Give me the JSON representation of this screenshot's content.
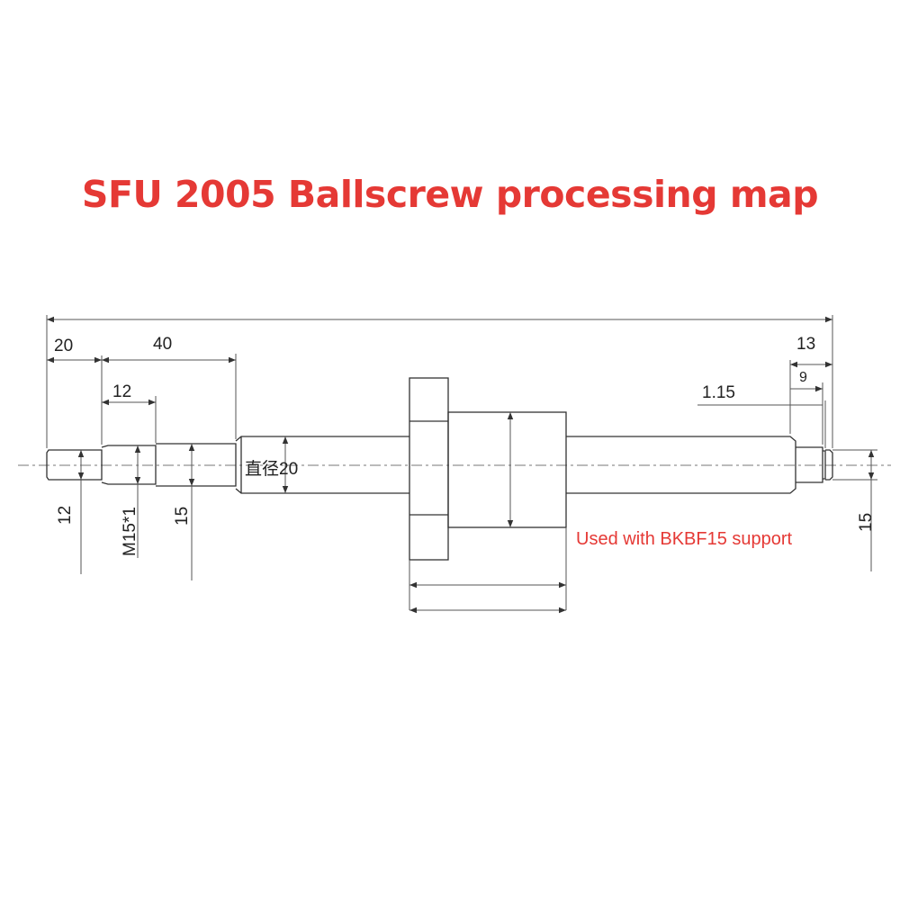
{
  "title": "SFU 2005 Ballscrew processing map",
  "title_color": "#e53935",
  "note": "Used with BKBF15 support",
  "note_color": "#e53935",
  "dimensions": {
    "overall_left_length": "20",
    "thread_section_length": "40",
    "thread_length": "12",
    "right_end_length": "13",
    "right_groove_distance": "9",
    "groove_width": "1.15",
    "left_end_diameter": "12",
    "thread_spec": "M15*1",
    "bearing_diameter": "15",
    "shaft_diameter_label": "直径20",
    "right_end_diameter": "15"
  }
}
